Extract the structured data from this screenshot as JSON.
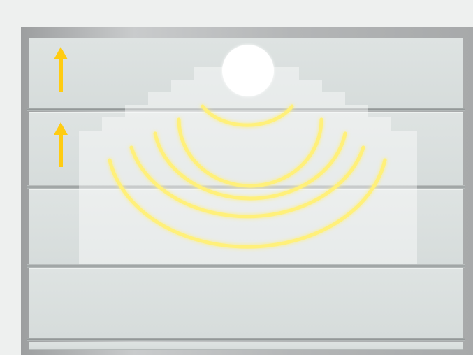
{
  "diagram": {
    "kind": "sliding-glass-shelves-with-light-sensor",
    "colors": {
      "background": "#eef0ef",
      "frame": "#b4b6b7",
      "glass_pane": "#dbe1e0",
      "sensor_zone": "#ffffff",
      "signal_wave": "#fff27a",
      "arrow": "#ffcc12",
      "light": "#ffffff"
    },
    "shelves": [
      {
        "name": "shelf-1",
        "arrow": "up"
      },
      {
        "name": "shelf-2",
        "arrow": "up"
      },
      {
        "name": "shelf-3",
        "arrow": "none"
      },
      {
        "name": "shelf-4",
        "arrow": "none"
      },
      {
        "name": "shelf-5",
        "arrow": "none"
      }
    ],
    "signal_wave_count": 5
  }
}
